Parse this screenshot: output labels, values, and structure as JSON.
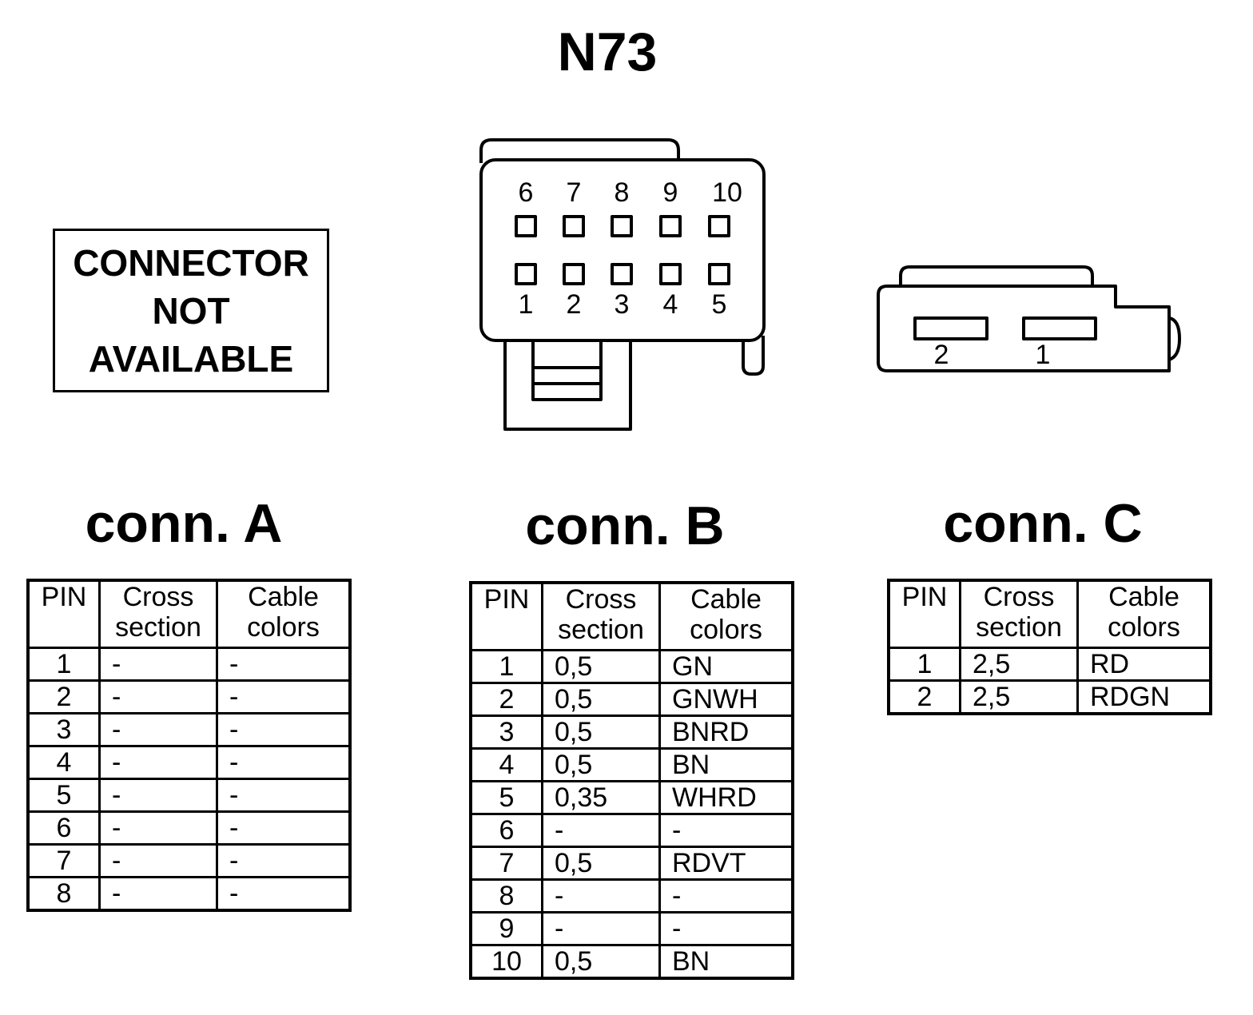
{
  "title": "N73",
  "connector_a_placeholder": [
    "CONNECTOR",
    "NOT",
    "AVAILABLE"
  ],
  "connector_b_pins": {
    "top_row": [
      "6",
      "7",
      "8",
      "9",
      "10"
    ],
    "bottom_row": [
      "1",
      "2",
      "3",
      "4",
      "5"
    ]
  },
  "connector_c_pins": [
    "2",
    "1"
  ],
  "tables": [
    {
      "title": "conn. A",
      "headers": [
        [
          "PIN"
        ],
        [
          "Cross",
          "section"
        ],
        [
          "Cable",
          "colors"
        ]
      ],
      "rows": [
        [
          "1",
          "-",
          "-"
        ],
        [
          "2",
          "-",
          "-"
        ],
        [
          "3",
          "-",
          "-"
        ],
        [
          "4",
          "-",
          "-"
        ],
        [
          "5",
          "-",
          "-"
        ],
        [
          "6",
          "-",
          "-"
        ],
        [
          "7",
          "-",
          "-"
        ],
        [
          "8",
          "-",
          "-"
        ]
      ]
    },
    {
      "title": "conn. B",
      "headers": [
        [
          "PIN"
        ],
        [
          "Cross",
          "section"
        ],
        [
          "Cable",
          "colors"
        ]
      ],
      "rows": [
        [
          "1",
          "0,5",
          "GN"
        ],
        [
          "2",
          "0,5",
          "GNWH"
        ],
        [
          "3",
          "0,5",
          "BNRD"
        ],
        [
          "4",
          "0,5",
          "BN"
        ],
        [
          "5",
          "0,35",
          "WHRD"
        ],
        [
          "6",
          "-",
          "-"
        ],
        [
          "7",
          "0,5",
          "RDVT"
        ],
        [
          "8",
          "-",
          "-"
        ],
        [
          "9",
          "-",
          "-"
        ],
        [
          "10",
          "0,5",
          "BN"
        ]
      ]
    },
    {
      "title": "conn. C",
      "headers": [
        [
          "PIN"
        ],
        [
          "Cross",
          "section"
        ],
        [
          "Cable",
          "colors"
        ]
      ],
      "rows": [
        [
          "1",
          "2,5",
          "RD"
        ],
        [
          "2",
          "2,5",
          "RDGN"
        ]
      ]
    }
  ]
}
